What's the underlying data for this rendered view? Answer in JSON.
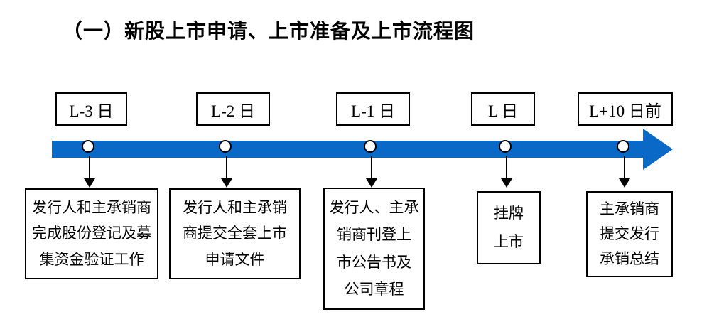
{
  "title": "（一）新股上市申请、上市准备及上市流程图",
  "colors": {
    "timeline_blue": "#0A69C7",
    "node_fill": "#FFFFFF",
    "stroke": "#000000"
  },
  "timeline": {
    "milestones": [
      {
        "label": "L-3 日"
      },
      {
        "label": "L-2 日"
      },
      {
        "label": "L-1 日"
      },
      {
        "label": "L 日"
      },
      {
        "label": "L+10 日前"
      }
    ]
  },
  "stages": [
    {
      "lines": [
        "发行人和主承销商",
        "完成股份登记及募",
        "集资金验证工作"
      ]
    },
    {
      "lines": [
        "发行人和主承销",
        "商提交全套上市",
        "申请文件"
      ]
    },
    {
      "lines": [
        "发行人、主承",
        "销商刊登上",
        "市公告书及",
        "公司章程"
      ]
    },
    {
      "lines": [
        "挂牌",
        "上市"
      ]
    },
    {
      "lines": [
        "主承销商",
        "提交发行",
        "承销总结"
      ]
    }
  ]
}
